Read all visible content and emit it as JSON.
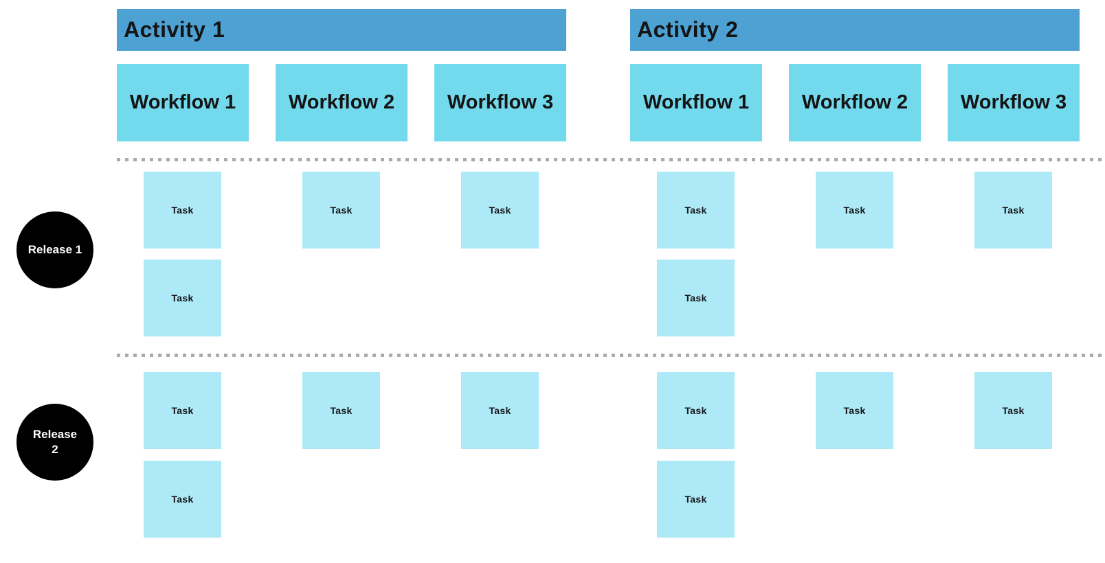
{
  "diagram": {
    "type": "user-story-map",
    "colors": {
      "activity_bar": "#4da2d3",
      "workflow_card": "#73daee",
      "task_card": "#aee9f8",
      "release_circle": "#000000",
      "release_text": "#ffffff",
      "separator_dots": "#ababab",
      "heading_text": "#141414",
      "background": "#ffffff"
    },
    "releases": [
      {
        "label": "Release 1"
      },
      {
        "label": "Release\n2"
      }
    ],
    "activities": [
      {
        "label": "Activity 1",
        "workflows": [
          {
            "label": "Workflow 1",
            "release1_tasks": [
              "Task",
              "Task"
            ],
            "release2_tasks": [
              "Task",
              "Task"
            ]
          },
          {
            "label": "Workflow 2",
            "release1_tasks": [
              "Task"
            ],
            "release2_tasks": [
              "Task"
            ]
          },
          {
            "label": "Workflow 3",
            "release1_tasks": [
              "Task"
            ],
            "release2_tasks": [
              "Task"
            ]
          }
        ]
      },
      {
        "label": "Activity 2",
        "workflows": [
          {
            "label": "Workflow 1",
            "release1_tasks": [
              "Task",
              "Task"
            ],
            "release2_tasks": [
              "Task",
              "Task"
            ]
          },
          {
            "label": "Workflow 2",
            "release1_tasks": [
              "Task"
            ],
            "release2_tasks": [
              "Task"
            ]
          },
          {
            "label": "Workflow 3",
            "release1_tasks": [
              "Task"
            ],
            "release2_tasks": [
              "Task"
            ]
          }
        ]
      }
    ]
  }
}
